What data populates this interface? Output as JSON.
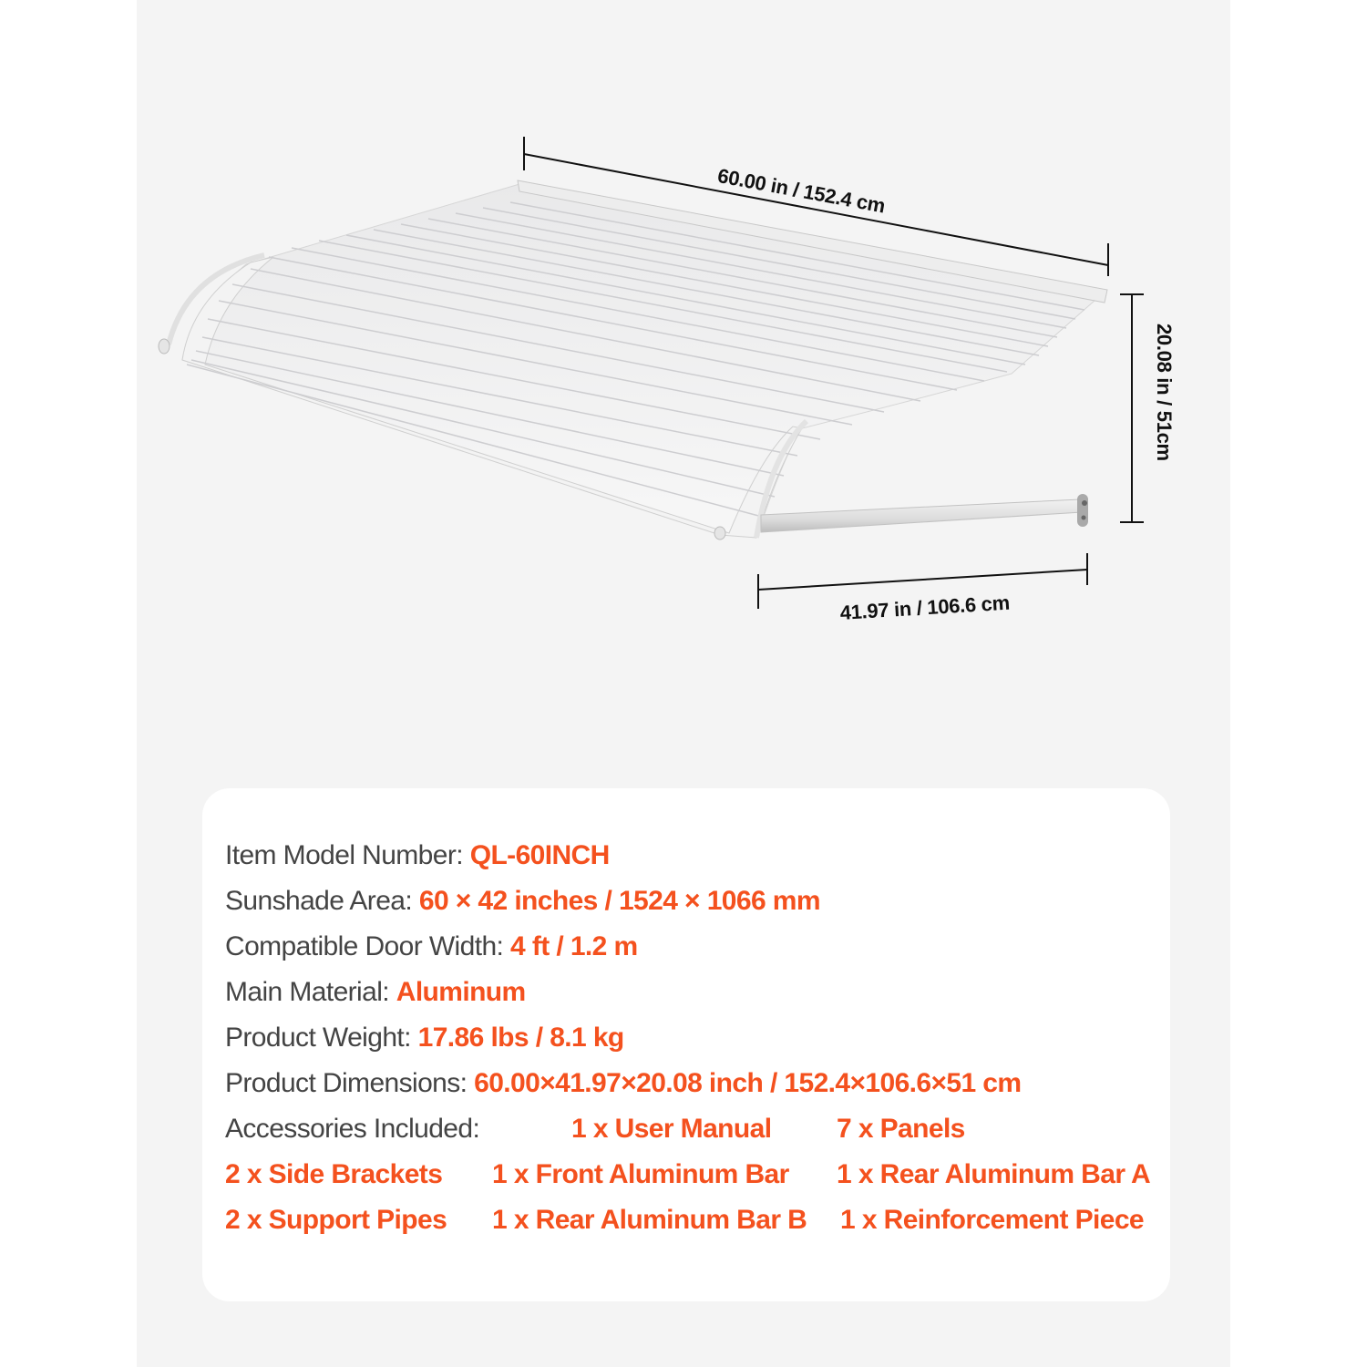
{
  "dimensions": {
    "width": "60.00 in / 152.4 cm",
    "height": "20.08 in / 51cm",
    "depth": "41.97 in / 106.6 cm"
  },
  "specs": [
    {
      "label": "Item Model Number:",
      "value": "QL-60INCH"
    },
    {
      "label": "Sunshade Area:",
      "value": "60 × 42 inches / 1524 × 1066 mm"
    },
    {
      "label": "Compatible Door Width:",
      "value": "4 ft / 1.2 m"
    },
    {
      "label": "Main Material:",
      "value": "Aluminum"
    },
    {
      "label": "Product Weight:",
      "value": "17.86 lbs / 8.1 kg"
    },
    {
      "label": "Product Dimensions:",
      "value": "60.00×41.97×20.08 inch / 152.4×106.6×51 cm"
    }
  ],
  "accessories": {
    "label": "Accessories Included:",
    "items": [
      "1 x User Manual",
      "7 x Panels",
      "2 x Side Brackets",
      "1 x Front Aluminum Bar",
      "1 x Rear Aluminum Bar A",
      "2 x Support Pipes",
      "1 x Rear Aluminum Bar B",
      "1 x Reinforcement Piece"
    ]
  },
  "colors": {
    "accent": "#f4511e",
    "label_text": "#444444",
    "panel_bg": "#f4f4f4",
    "card_bg": "#ffffff"
  }
}
